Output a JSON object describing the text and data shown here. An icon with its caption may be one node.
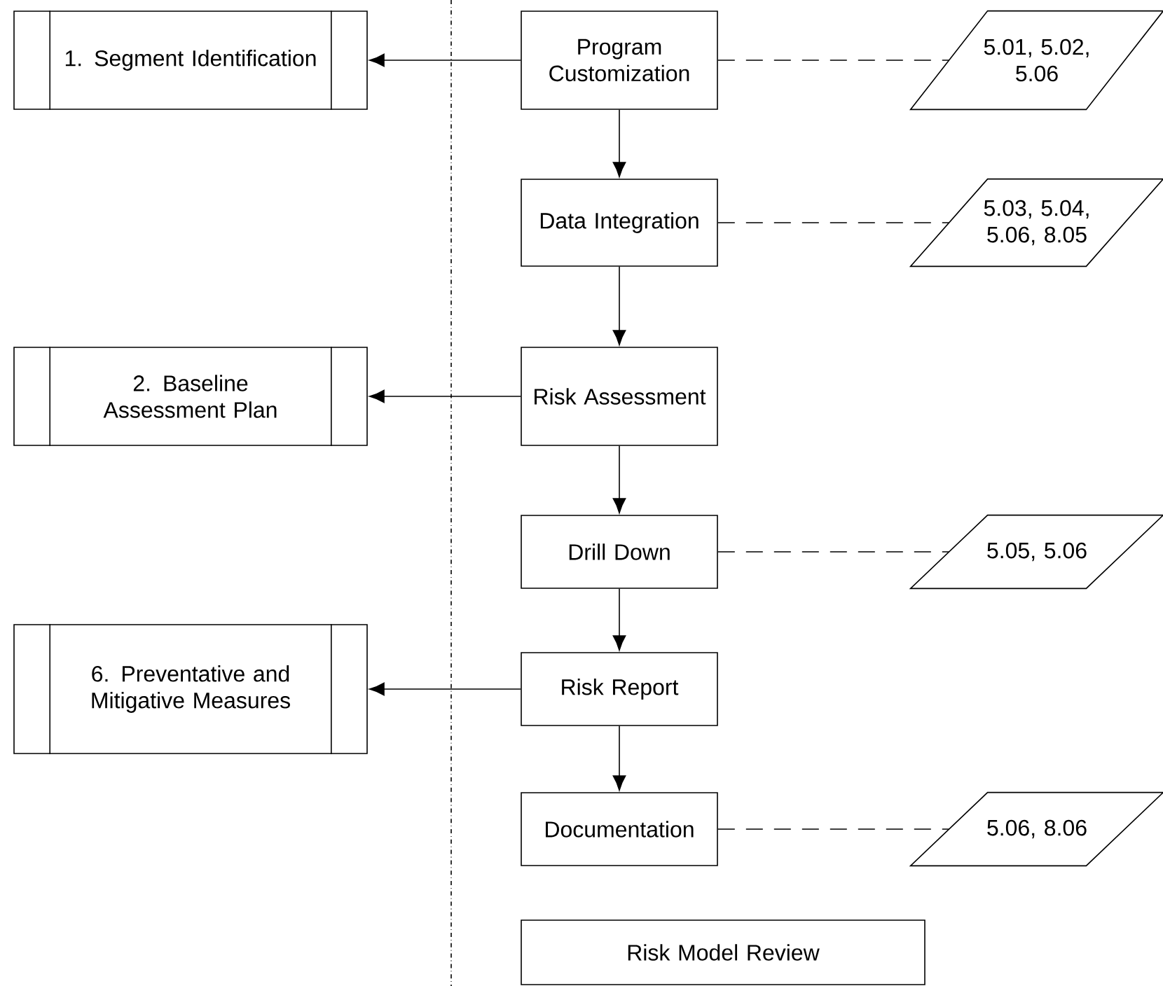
{
  "diagram": {
    "nodes": [
      {
        "text": [
          "Program Customization"
        ]
      },
      {
        "text": [
          "1. Segment Identification"
        ]
      },
      {
        "text": [
          "5.01, 5.02, 5.06"
        ]
      },
      {
        "text": [
          "Data Integration"
        ]
      },
      {
        "text": [
          "5.03, 5.04, 5.06, 8.05"
        ]
      },
      {
        "text": [
          "Risk Assessment"
        ]
      },
      {
        "text": [
          "2. Baseline Assessment Plan"
        ]
      },
      {
        "text": [
          "Drill Down"
        ]
      },
      {
        "text": [
          "5.05, 5.06"
        ]
      },
      {
        "text": [
          "Risk Report"
        ]
      },
      {
        "text": [
          "6. Preventative and Mitigative Measures"
        ]
      },
      {
        "text": [
          "Documentation"
        ]
      },
      {
        "text": [
          "5.06, 8.06"
        ]
      },
      {
        "text": [
          "Risk Model Review"
        ]
      }
    ],
    "edges": [
      {
        "from": 0,
        "to": 1,
        "arrow": "to"
      },
      {
        "from": 0,
        "to": 2,
        "arrow": "none",
        "style": "dashed"
      },
      {
        "from": 0,
        "to": 3,
        "arrow": "to"
      },
      {
        "from": 3,
        "to": 4,
        "arrow": "none",
        "style": "dashed"
      },
      {
        "from": 3,
        "to": 5,
        "arrow": "to"
      },
      {
        "from": 5,
        "to": 6,
        "arrow": "to"
      },
      {
        "from": 5,
        "to": 7,
        "arrow": "to"
      },
      {
        "from": 7,
        "to": 8,
        "arrow": "none",
        "style": "dashed"
      },
      {
        "from": 7,
        "to": 9,
        "arrow": "to"
      },
      {
        "from": 9,
        "to": 10,
        "arrow": "to"
      },
      {
        "from": 9,
        "to": 11,
        "arrow": "to"
      },
      {
        "from": 11,
        "to": 12,
        "arrow": "none",
        "style": "dashed"
      }
    ]
  }
}
